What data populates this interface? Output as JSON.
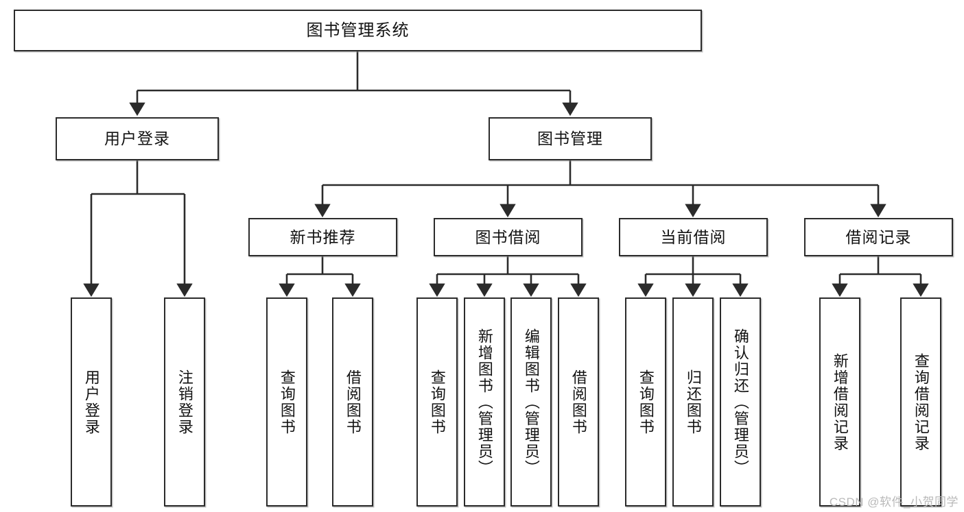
{
  "diagram": {
    "type": "tree",
    "title": "图书管理系统",
    "watermark": "CSDN @软件_小贺同学",
    "colors": {
      "background": "#ffffff",
      "box_border": "#2b2b2b",
      "box_fill": "#ffffff",
      "connector": "#2b2b2b",
      "text": "#121212",
      "watermark": "#b9b9b9"
    },
    "nodes": {
      "root": {
        "label": "图书管理系统"
      },
      "level2": [
        {
          "label": "用户登录"
        },
        {
          "label": "图书管理"
        }
      ],
      "level3": [
        {
          "label": "新书推荐"
        },
        {
          "label": "图书借阅"
        },
        {
          "label": "当前借阅"
        },
        {
          "label": "借阅记录"
        }
      ],
      "leaves": {
        "user_login": [
          {
            "label": "用户登录"
          },
          {
            "label": "注销登录"
          }
        ],
        "new_book_recommend": [
          {
            "label": "查询图书"
          },
          {
            "label": "借阅图书"
          }
        ],
        "book_borrow": [
          {
            "label": "查询图书"
          },
          {
            "label": "新增图书（管理员）"
          },
          {
            "label": "编辑图书（管理员）"
          },
          {
            "label": "借阅图书"
          }
        ],
        "current_borrow": [
          {
            "label": "查询图书"
          },
          {
            "label": "归还图书"
          },
          {
            "label": "确认归还（管理员）"
          }
        ],
        "borrow_record": [
          {
            "label": "新增借阅记录"
          },
          {
            "label": "查询借阅记录"
          }
        ]
      }
    }
  }
}
